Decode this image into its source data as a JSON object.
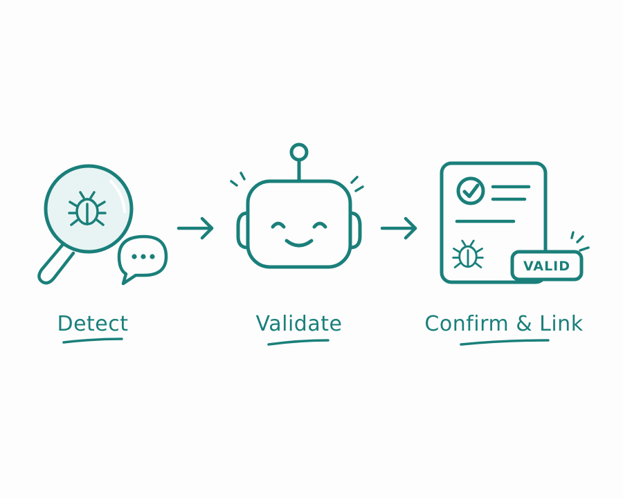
{
  "colors": {
    "stroke": "#1a7f7a",
    "lens_fill": "#e7f4f3",
    "background": "#fdfdfd"
  },
  "steps": [
    {
      "label": "Detect",
      "icon": "magnifier-bug-chat-icon"
    },
    {
      "label": "Validate",
      "icon": "robot-icon"
    },
    {
      "label": "Confirm & Link",
      "icon": "document-valid-badge-icon"
    }
  ],
  "badge": {
    "text": "VALID"
  },
  "arrows": [
    "arrow-right-icon",
    "arrow-right-icon"
  ]
}
